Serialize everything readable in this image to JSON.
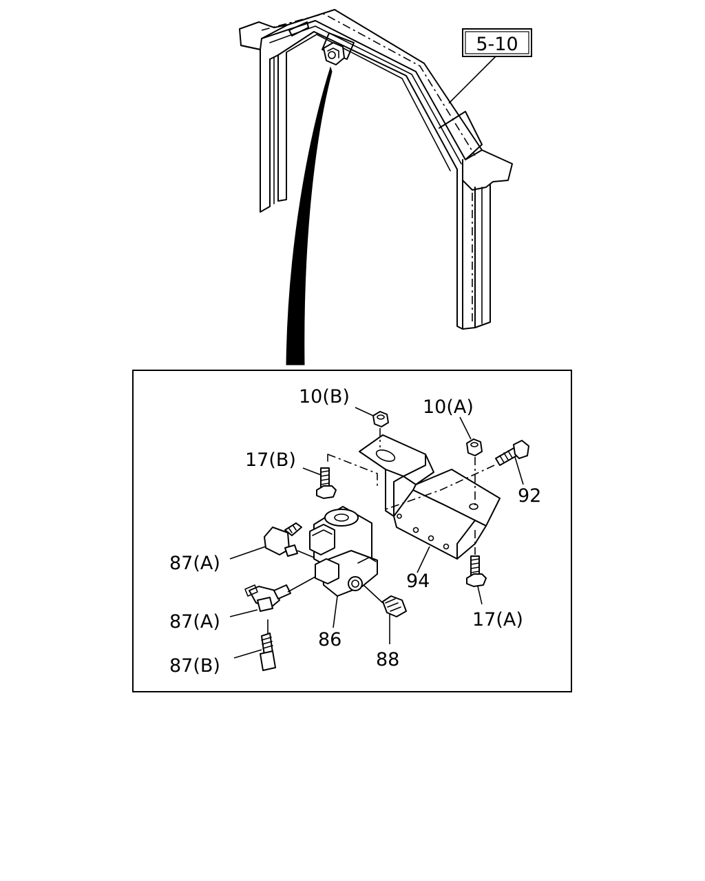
{
  "diagram": {
    "reference_box": "5-10",
    "callouts": {
      "c10b": "10(B)",
      "c10a": "10(A)",
      "c17b": "17(B)",
      "c92": "92",
      "c87a_1": "87(A)",
      "c94": "94",
      "c87a_2": "87(A)",
      "c17a": "17(A)",
      "c86": "86",
      "c87b": "87(B)",
      "c88": "88"
    }
  }
}
